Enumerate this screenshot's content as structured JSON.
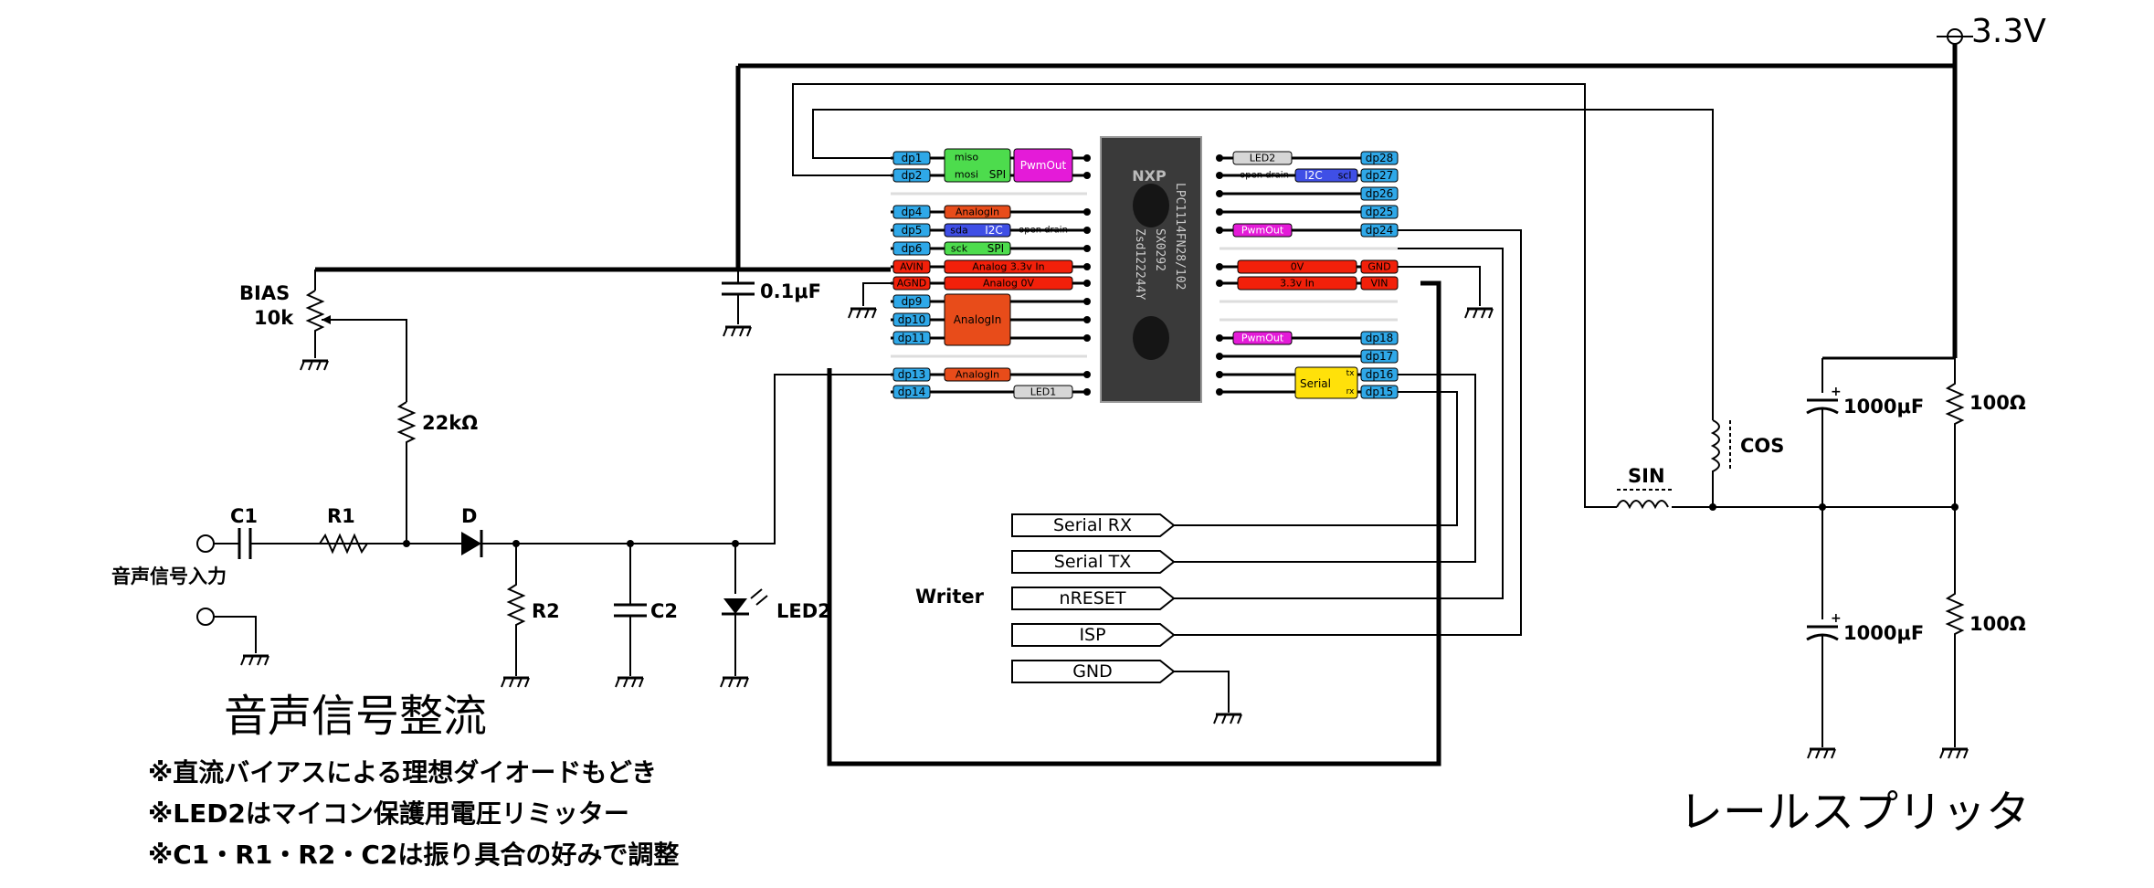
{
  "power": {
    "supply": "3.3V"
  },
  "components": {
    "bias": {
      "name": "BIAS",
      "value": "10k"
    },
    "r22k": {
      "value": "22kΩ"
    },
    "c1": "C1",
    "r1": "R1",
    "d": "D",
    "r2": "R2",
    "c2": "C2",
    "led2": "LED2",
    "cap01": "0.1μF",
    "input": "音声信号入力",
    "sin": "SIN",
    "cos": "COS",
    "cap1000a": "1000μF",
    "cap1000b": "1000μF",
    "r100a": "100Ω",
    "r100b": "100Ω",
    "writer": "Writer"
  },
  "chip": {
    "marking": [
      "LPC1114FN28/102",
      "SX0292",
      "Zsd122244Y"
    ]
  },
  "left_pins": [
    {
      "pin": "dp1",
      "tag": "miso"
    },
    {
      "pin": "dp2",
      "tag": "mosi"
    },
    {
      "pin": "dp4",
      "tag": "AnalogIn"
    },
    {
      "pin": "dp5",
      "tag": "sda"
    },
    {
      "pin": "dp6",
      "tag": "sck"
    },
    {
      "pin": "AVIN",
      "tag": "Analog 3.3v In"
    },
    {
      "pin": "AGND",
      "tag": "Analog 0V"
    },
    {
      "pin": "dp9",
      "tag": ""
    },
    {
      "pin": "dp10",
      "tag": ""
    },
    {
      "pin": "dp11",
      "tag": ""
    },
    {
      "pin": "dp13",
      "tag": "AnalogIn"
    },
    {
      "pin": "dp14",
      "tag": "LED1"
    }
  ],
  "left_blocks": {
    "spi1": "SPI",
    "pwm": "PwmOut",
    "i2c": "I2C",
    "opendrain": "open drain",
    "spi2": "SPI",
    "analog_big": "AnalogIn"
  },
  "right_pins": [
    {
      "pin": "dp28",
      "tag": "LED2"
    },
    {
      "pin": "dp27",
      "tag": "scl"
    },
    {
      "pin": "dp26",
      "tag": ""
    },
    {
      "pin": "dp25",
      "tag": ""
    },
    {
      "pin": "dp24",
      "tag": "PwmOut"
    },
    {
      "pin": "GND",
      "tag": "0V"
    },
    {
      "pin": "VIN",
      "tag": "3.3v In"
    },
    {
      "pin": "dp18",
      "tag": "PwmOut"
    },
    {
      "pin": "dp17",
      "tag": ""
    },
    {
      "pin": "dp16",
      "tag": "tx"
    },
    {
      "pin": "dp15",
      "tag": "rx"
    }
  ],
  "right_blocks": {
    "i2c": "I2C",
    "opendrain": "open drain",
    "serial": "Serial"
  },
  "writer_signals": [
    "Serial RX",
    "Serial TX",
    "nRESET",
    "ISP",
    "GND"
  ],
  "titles": {
    "left": "音声信号整流",
    "notes": [
      "※直流バイアスによる理想ダイオードもどき",
      "※LED2はマイコン保護用電圧リミッター",
      "※C1・R1・R2・C2は振り具合の好みで調整"
    ],
    "right": "レールスプリッタ"
  },
  "colors": {
    "dp": "#2fa8e8",
    "analog": "#e84c1a",
    "power_red": "#f2200a",
    "spi": "#4ddc4d",
    "pwm": "#e41bd8",
    "i2c": "#3f4fe6",
    "serial": "#ffe10a",
    "led": "#d6d6d6"
  }
}
